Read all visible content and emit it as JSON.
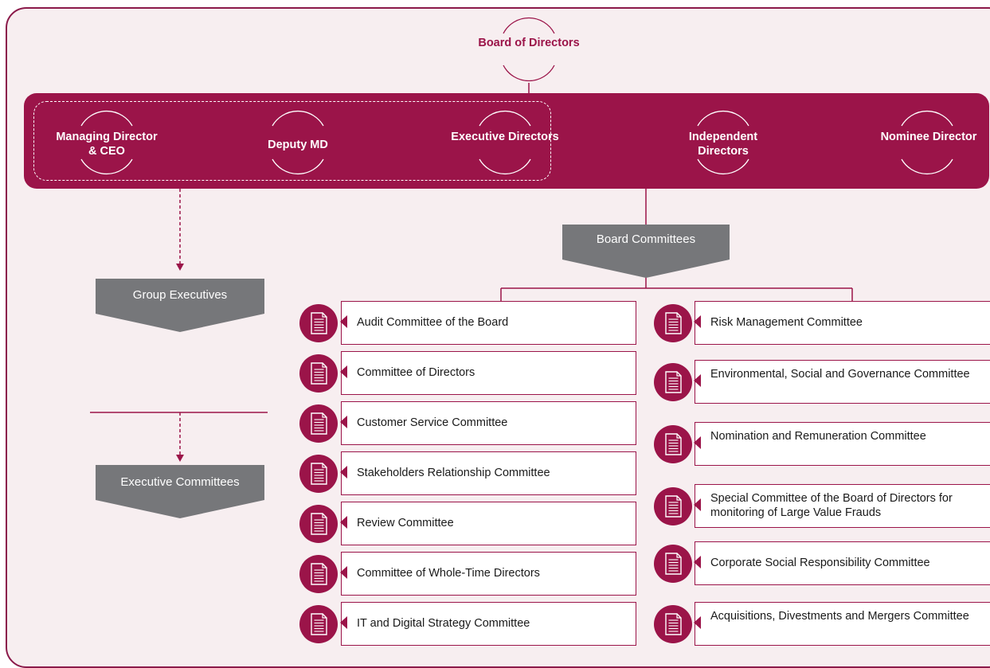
{
  "board": {
    "title": "Board of Directors"
  },
  "board_members": [
    {
      "label": "Managing Director & CEO"
    },
    {
      "label": "Deputy MD"
    },
    {
      "label": "Executive Directors"
    },
    {
      "label": "Independent Directors"
    },
    {
      "label": "Nominee Director"
    }
  ],
  "board_committees_label": "Board Committees",
  "group_executives_label": "Group Executives",
  "executive_committees_label": "Executive Committees",
  "committees_left": [
    "Audit Committee of the Board",
    "Committee of Directors",
    "Customer Service Committee",
    "Stakeholders Relationship Committee",
    "Review Committee",
    "Committee of Whole-Time Directors",
    "IT and Digital Strategy Committee"
  ],
  "committees_right": [
    "Risk Management Committee",
    "Environmental, Social and Governance Committee",
    "Nomination and Remuneration Committee",
    "Special Committee of the Board of Directors for monitoring of Large Value Frauds",
    "Corporate Social Responsibility Committee",
    "Acquisitions, Divestments and Mergers Committee"
  ],
  "colors": {
    "maroon": "#9b1449",
    "grey": "#76777a",
    "background": "#f7eef0"
  }
}
